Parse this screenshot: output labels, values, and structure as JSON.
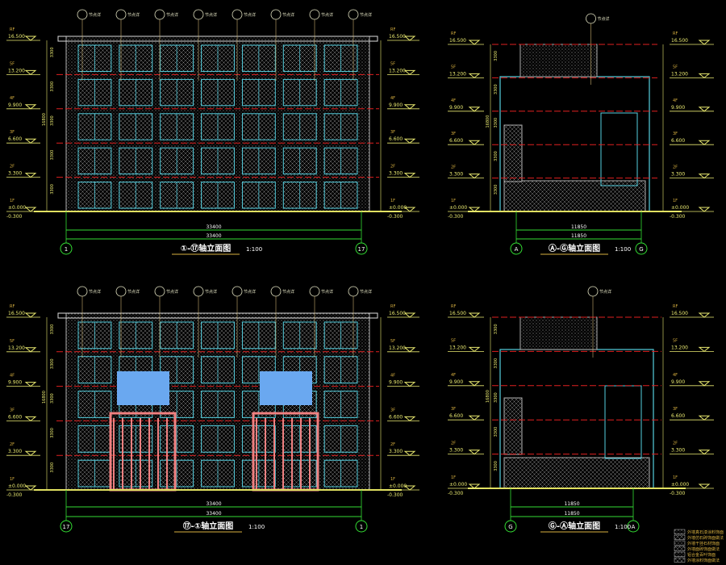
{
  "colors": {
    "background": "#000000",
    "axis": "#33dd33",
    "level": "#e8e870",
    "wall": "#b0b0b0",
    "window": "#55d0e0",
    "floor_line": "#e02020",
    "door_frame": "#f08080",
    "glass_panel": "#6aa8f0",
    "title": "#ffffff"
  },
  "elevations": [
    {
      "title": "①-⑰轴立面图",
      "scale": "1:100",
      "axis_start": "1",
      "axis_end": "17",
      "dim_overall": "33400",
      "dim_axis": "33400",
      "callout": "节点详",
      "variant": "front"
    },
    {
      "title": "Ⓐ-Ⓖ轴立面图",
      "scale": "1:100",
      "axis_start": "A",
      "axis_end": "G",
      "dim_overall": "11850",
      "dim_axis": "11850",
      "callout": "节点详",
      "variant": "side"
    },
    {
      "title": "⑰-①轴立面图",
      "scale": "1:100",
      "axis_start": "17",
      "axis_end": "1",
      "dim_overall": "33400",
      "dim_axis": "33400",
      "callout": "节点详",
      "variant": "rear"
    },
    {
      "title": "Ⓖ-Ⓐ轴立面图",
      "scale": "1:100",
      "axis_start": "G",
      "axis_end": "A",
      "dim_overall": "11850",
      "dim_axis": "11850",
      "callout": "节点详",
      "variant": "side2"
    }
  ],
  "levels": [
    {
      "floor": "1F",
      "elevation": "±0.000"
    },
    {
      "floor": "2F",
      "elevation": "3.300"
    },
    {
      "floor": "3F",
      "elevation": "6.600"
    },
    {
      "floor": "4F",
      "elevation": "9.900"
    },
    {
      "floor": "5F",
      "elevation": "13.200"
    },
    {
      "floor": "RF",
      "elevation": "16.500"
    }
  ],
  "ground_level": "-0.300",
  "floor_dims": [
    "3300",
    "3300",
    "3300",
    "3300",
    "3300"
  ],
  "total_height": "16800",
  "legend": [
    {
      "label": "外墙真石漆涂料饰面"
    },
    {
      "label": "外墙仿石砖饰面做法"
    },
    {
      "label": "外墙干挂石材饰面"
    },
    {
      "label": "外墙面砖饰面做法"
    },
    {
      "label": "铝合金百叶饰面"
    },
    {
      "label": "外墙涂料饰面做法"
    }
  ]
}
